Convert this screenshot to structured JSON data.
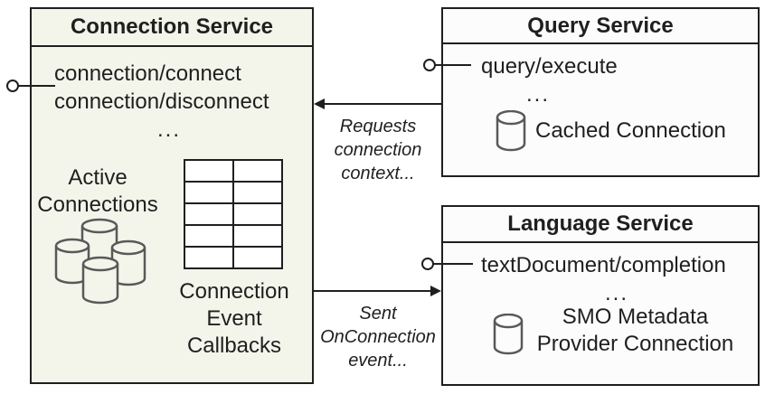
{
  "connection_service": {
    "title": "Connection Service",
    "methods": [
      "connection/connect",
      "connection/disconnect"
    ],
    "ellipsis": "...",
    "active_label_lines": [
      "Active",
      "Connections"
    ],
    "callbacks_label_lines": [
      "Connection",
      "Event",
      "Callbacks"
    ]
  },
  "query_service": {
    "title": "Query Service",
    "methods": [
      "query/execute"
    ],
    "ellipsis": "...",
    "store_label": "Cached Connection"
  },
  "language_service": {
    "title": "Language Service",
    "methods": [
      "textDocument/completion"
    ],
    "ellipsis": "...",
    "store_label_lines": [
      "SMO Metadata",
      "Provider Connection"
    ]
  },
  "arrows": {
    "requests_label_lines": [
      "Requests",
      "connection",
      "context..."
    ],
    "sent_label_lines": [
      "Sent",
      "OnConnection",
      "event..."
    ]
  },
  "colors": {
    "connection_fill": "#f3f5ea",
    "service_fill": "#fcfcfc",
    "border": "#1f1f1f",
    "cylinder_stroke": "#595959"
  }
}
